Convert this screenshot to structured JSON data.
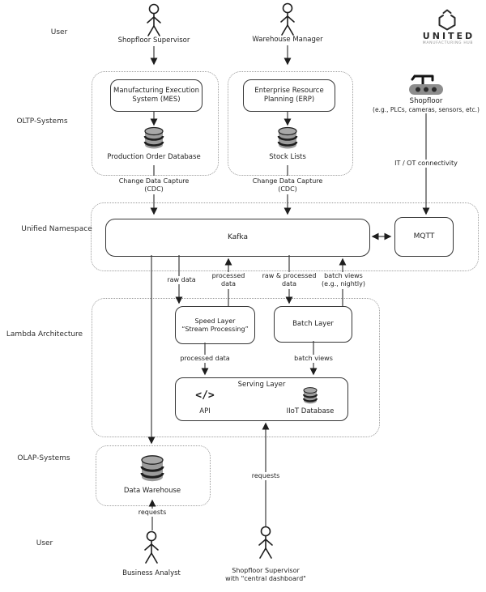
{
  "sections": {
    "user_top": "User",
    "oltp": "OLTP-Systems",
    "uns": "Unified Namespace",
    "lambda": "Lambda Architecture",
    "olap": "OLAP-Systems",
    "user_bottom": "User"
  },
  "logo": {
    "name": "UNITED",
    "tagline": "MANUFACTURING HUB"
  },
  "actors": {
    "shopfloor_supervisor": "Shopfloor Supervisor",
    "warehouse_manager": "Warehouse Manager",
    "business_analyst": "Business Analyst",
    "dashboard_supervisor_l1": "Shopfloor Supervisor",
    "dashboard_supervisor_l2": "with \"central dashboard\""
  },
  "shopfloor": {
    "title": "Shopfloor",
    "subtitle": "(e.g., PLCs, cameras, sensors, etc.)"
  },
  "nodes": {
    "mes_l1": "Manufacturing Execution",
    "mes_l2": "System (MES)",
    "erp_l1": "Enterprise Resource",
    "erp_l2": "Planning (ERP)",
    "prod_db": "Production Order Database",
    "stock_lists": "Stock Lists",
    "kafka": "Kafka",
    "mqtt": "MQTT",
    "speed_l1": "Speed Layer",
    "speed_l2": "“Stream Processing”",
    "batch": "Batch Layer",
    "serving": "Serving Layer",
    "api_glyph": "</>",
    "api": "API",
    "iiot_db": "IIoT Database",
    "dw": "Data Warehouse"
  },
  "edges": {
    "cdc_l1": "Change Data Capture",
    "cdc_l2": "(CDC)",
    "it_ot": "IT / OT connectivity",
    "raw": "raw data",
    "processed_l1": "processed",
    "processed_l2": "data",
    "raw_processed_l1": "raw & processed",
    "raw_processed_l2": "data",
    "batch_views_l1": "batch views",
    "batch_views_l2": "(e.g., nightly)",
    "processed_full": "processed data",
    "batch_views": "batch views",
    "requests": "requests"
  },
  "colors": {
    "ink": "#1e1e1e",
    "dash": "#9a9a9a",
    "cylinder": "#9c9c9c"
  }
}
